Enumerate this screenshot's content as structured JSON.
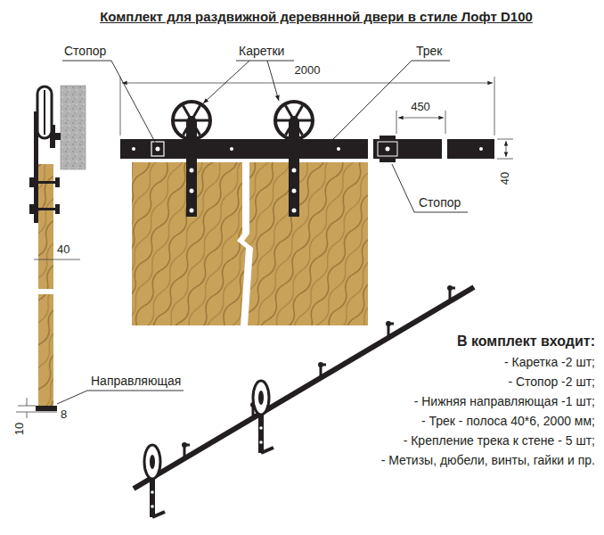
{
  "diagram": {
    "title": "Комплект для раздвижной деревянной двери в стиле Лофт D100",
    "labels": [
      "Стопор",
      "Каретки",
      "Трек",
      "2000",
      "450",
      "40",
      "Стопор",
      "40",
      "Направляющая",
      "8",
      "10",
      "В комплект входит:",
      "- Каретка -2 шт;",
      "- Стопор -2 шт;",
      "- Нижняя направляющая -1 шт;",
      "- Трек - полоса 40*6, 2000 мм;",
      "- Крепление трека к стене - 5 шт;",
      "- Метизы, дюбели, винты, гайки и пр."
    ]
  }
}
